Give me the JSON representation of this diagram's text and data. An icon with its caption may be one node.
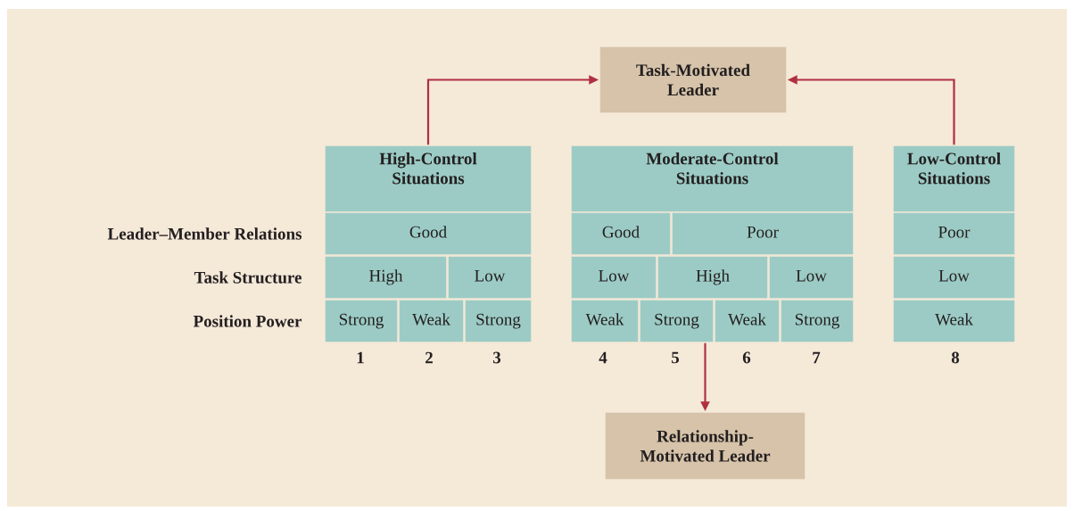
{
  "diagram": {
    "nodes": [
      {
        "text": [
          "Task-Motivated Leader"
        ]
      },
      {
        "text": [
          "High-Control Situations"
        ]
      },
      {
        "text": [
          "Good"
        ],
        "in": 1
      },
      {
        "text": [
          "High"
        ],
        "in": 1
      },
      {
        "text": [
          "Low"
        ],
        "in": 1
      },
      {
        "text": [
          "Strong"
        ],
        "in": 1
      },
      {
        "text": [
          "Weak"
        ],
        "in": 1
      },
      {
        "text": [
          "Strong"
        ],
        "in": 1
      },
      {
        "text": [
          "Moderate-Control Situations"
        ]
      },
      {
        "text": [
          "Good"
        ],
        "in": 8
      },
      {
        "text": [
          "Poor"
        ],
        "in": 8
      },
      {
        "text": [
          "Low"
        ],
        "in": 8
      },
      {
        "text": [
          "High"
        ],
        "in": 8
      },
      {
        "text": [
          "Low"
        ],
        "in": 8
      },
      {
        "text": [
          "Weak"
        ],
        "in": 8
      },
      {
        "text": [
          "Strong"
        ],
        "in": 8
      },
      {
        "text": [
          "Weak"
        ],
        "in": 8
      },
      {
        "text": [
          "Strong"
        ],
        "in": 8
      },
      {
        "text": [
          "Low-Control Situations"
        ]
      },
      {
        "text": [
          "Poor"
        ],
        "in": 18
      },
      {
        "text": [
          "Low"
        ],
        "in": 18
      },
      {
        "text": [
          "Weak"
        ],
        "in": 18
      },
      {
        "text": [
          "Relationship-Motivated Leader"
        ]
      }
    ],
    "edges": [
      {
        "from": 1,
        "to": 0,
        "arrow": "to"
      },
      {
        "from": 18,
        "to": 0,
        "arrow": "to"
      },
      {
        "from": 15,
        "to": 22,
        "arrow": "to"
      }
    ],
    "labels": [
      "Leader–Member Relations",
      "Task Structure",
      "Position Power",
      "1",
      "2",
      "3",
      "4",
      "5",
      "6",
      "7",
      "8"
    ]
  }
}
